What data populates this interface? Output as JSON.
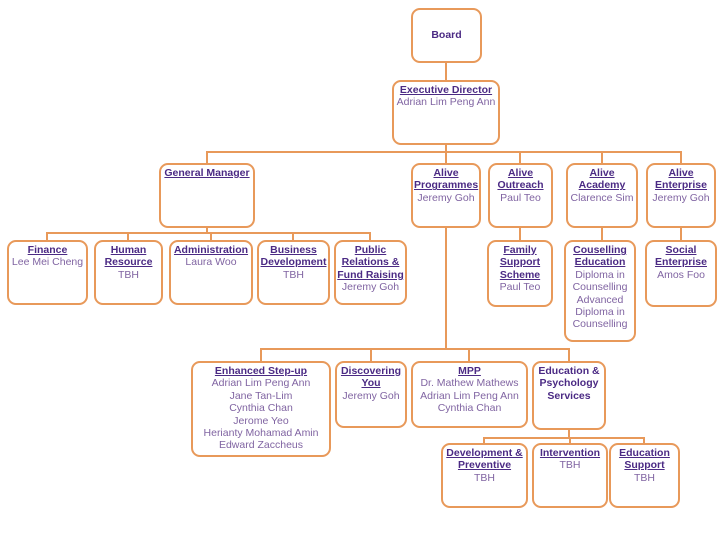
{
  "colors": {
    "box_border": "#E8995A",
    "connector": "#E8995A",
    "title_text": "#4B2A84",
    "body_text": "#8064A2",
    "background": "#FFFFFF"
  },
  "nodes": {
    "board": {
      "title": "Board",
      "body": ""
    },
    "executive_director": {
      "title": "Executive Director",
      "body": "Adrian Lim Peng Ann"
    },
    "general_manager": {
      "title": "General Manager",
      "body": ""
    },
    "alive_programmes": {
      "title": "Alive Programmes",
      "body": "Jeremy Goh"
    },
    "alive_outreach": {
      "title": "Alive Outreach",
      "body": "Paul Teo"
    },
    "alive_academy": {
      "title": "Alive Academy",
      "body": "Clarence Sim"
    },
    "alive_enterprise": {
      "title": "Alive Enterprise",
      "body": "Jeremy Goh"
    },
    "finance": {
      "title": "Finance",
      "body": "Lee Mei Cheng"
    },
    "human_resource": {
      "title": "Human Resource",
      "body": "TBH"
    },
    "administration": {
      "title": "Administration",
      "body": "Laura Woo"
    },
    "business_development": {
      "title": "Business Development",
      "body": "TBH"
    },
    "public_relations_fund_raising": {
      "title": "Public Relations & Fund Raising",
      "body": "Jeremy Goh"
    },
    "family_support_scheme": {
      "title": "Family Support Scheme",
      "body": "Paul Teo"
    },
    "couselling_education": {
      "title": "Couselling Education",
      "body": "Diploma in Counselling\nAdvanced Diploma in Counselling"
    },
    "social_enterprise": {
      "title": "Social Enterprise",
      "body": "Amos Foo"
    },
    "enhanced_step_up": {
      "title": "Enhanced Step-up",
      "body": "Adrian Lim Peng Ann\nJane Tan-Lim\nCynthia Chan\nJerome Yeo\nHerianty Mohamad Amin\nEdward Zaccheus"
    },
    "discovering_you": {
      "title": "Discovering You",
      "body": "Jeremy Goh"
    },
    "mpp": {
      "title": "MPP",
      "body": "Dr. Mathew Mathews\nAdrian Lim Peng Ann\nCynthia Chan"
    },
    "education_psychology_services": {
      "title": "Education & Psychology Services",
      "body": ""
    },
    "development_preventive": {
      "title": "Development & Preventive",
      "body": "TBH"
    },
    "intervention": {
      "title": "Intervention",
      "body": "TBH"
    },
    "education_support": {
      "title": "Education Support",
      "body": "TBH"
    }
  },
  "edges": [
    [
      "board",
      "executive_director"
    ],
    [
      "executive_director",
      "general_manager"
    ],
    [
      "executive_director",
      "alive_programmes"
    ],
    [
      "executive_director",
      "alive_outreach"
    ],
    [
      "executive_director",
      "alive_academy"
    ],
    [
      "executive_director",
      "alive_enterprise"
    ],
    [
      "general_manager",
      "finance"
    ],
    [
      "general_manager",
      "human_resource"
    ],
    [
      "general_manager",
      "administration"
    ],
    [
      "general_manager",
      "business_development"
    ],
    [
      "general_manager",
      "public_relations_fund_raising"
    ],
    [
      "alive_outreach",
      "family_support_scheme"
    ],
    [
      "alive_academy",
      "couselling_education"
    ],
    [
      "alive_enterprise",
      "social_enterprise"
    ],
    [
      "alive_programmes",
      "enhanced_step_up"
    ],
    [
      "alive_programmes",
      "discovering_you"
    ],
    [
      "alive_programmes",
      "mpp"
    ],
    [
      "alive_programmes",
      "education_psychology_services"
    ],
    [
      "education_psychology_services",
      "development_preventive"
    ],
    [
      "education_psychology_services",
      "intervention"
    ],
    [
      "education_psychology_services",
      "education_support"
    ]
  ]
}
